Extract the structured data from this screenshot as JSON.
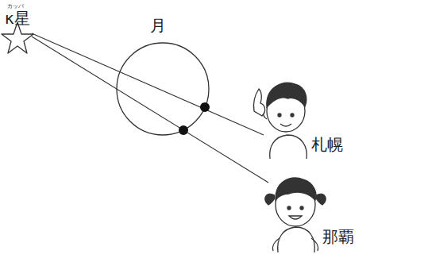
{
  "diagram": {
    "labels": [
      "カッパ",
      "κ星",
      "月",
      "札幌",
      "那覇"
    ]
  }
}
